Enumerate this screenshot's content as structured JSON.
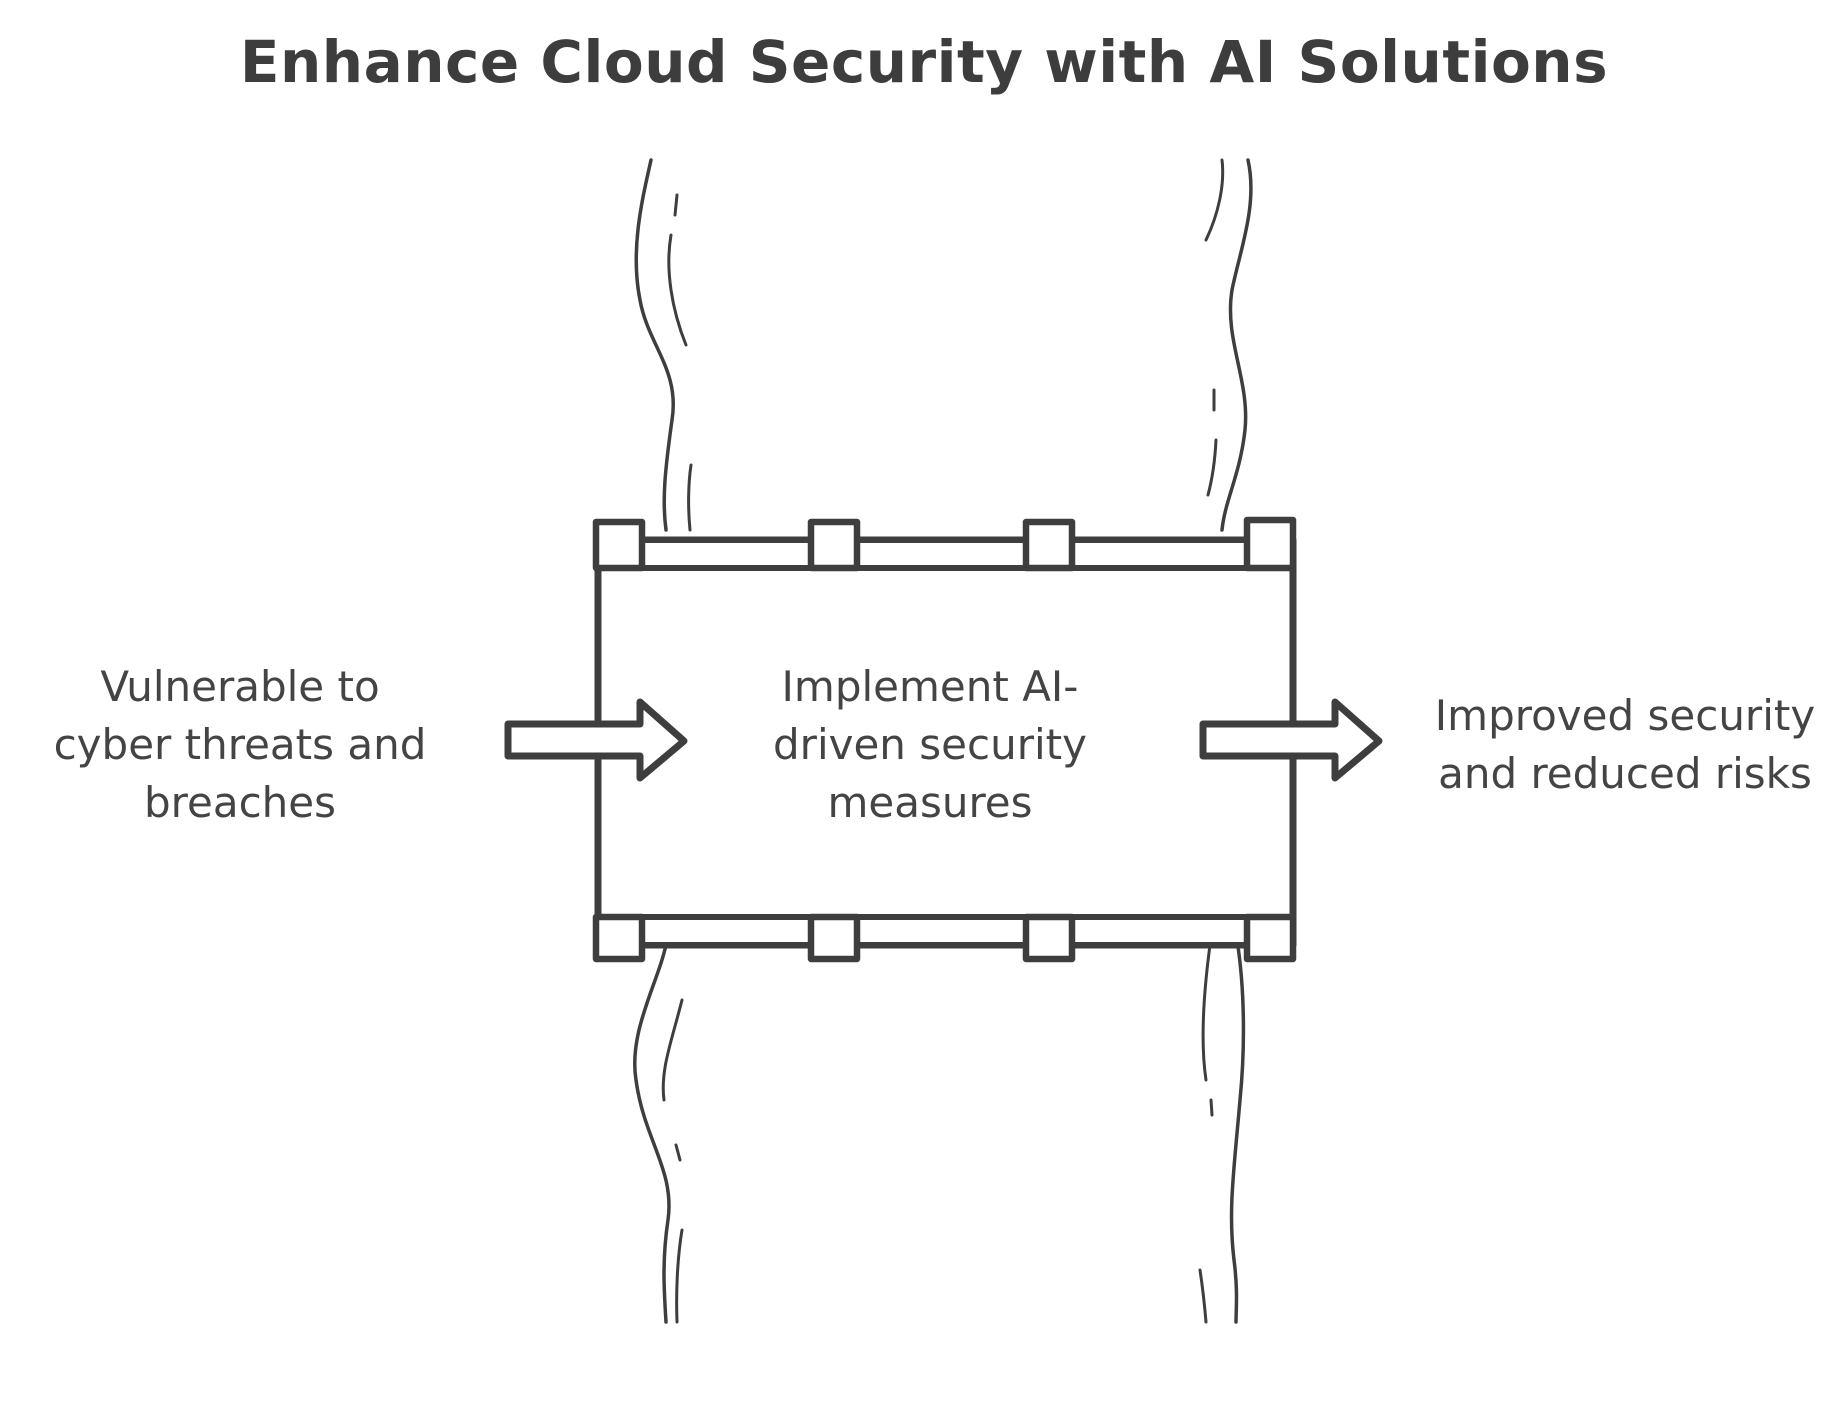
{
  "title": "Enhance Cloud Security with AI Solutions",
  "input": {
    "lines": [
      "Vulnerable to",
      "cyber threats and",
      "breaches"
    ]
  },
  "process": {
    "lines": [
      "Implement AI-",
      "driven security",
      "measures"
    ]
  },
  "output": {
    "lines": [
      "Improved security",
      "and reduced risks"
    ]
  },
  "colors": {
    "stroke": "#3e3e3e",
    "text": "#444444",
    "background": "#ffffff"
  }
}
